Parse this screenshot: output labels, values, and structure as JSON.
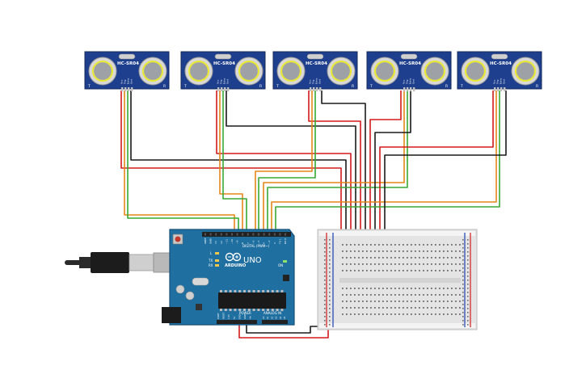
{
  "sensors": [
    {
      "model": "HC-SR04",
      "pins": [
        "Vcc",
        "Trig",
        "Echo",
        "Gnd"
      ],
      "side_left": "T",
      "side_right": "R"
    },
    {
      "model": "HC-SR04",
      "pins": [
        "Vcc",
        "Trig",
        "Echo",
        "Gnd"
      ],
      "side_left": "T",
      "side_right": "R"
    },
    {
      "model": "HC-SR04",
      "pins": [
        "Vcc",
        "Trig",
        "Echo",
        "Gnd"
      ],
      "side_left": "T",
      "side_right": "R"
    },
    {
      "model": "HC-SR04",
      "pins": [
        "Vcc",
        "Trig",
        "Echo",
        "Gnd"
      ],
      "side_left": "T",
      "side_right": "R"
    },
    {
      "model": "HC-SR04",
      "pins": [
        "Vcc",
        "Trig",
        "Echo",
        "Gnd"
      ],
      "side_left": "T",
      "side_right": "R"
    }
  ],
  "arduino": {
    "brand": "ARDUINO",
    "model": "UNO",
    "digital_label": "DIGITAL (PWM~)",
    "power_label": "POWER",
    "analog_label": "ANALOG IN",
    "led_labels": [
      "L",
      "TX",
      "RX"
    ],
    "on_label": "ON",
    "top_pins": [
      "AREF",
      "GND",
      "13",
      "12",
      "~11",
      "~10",
      "~9",
      "8",
      "7",
      "~6",
      "~5",
      "4",
      "~3",
      "2",
      "TX 1",
      "RX 0"
    ],
    "power_pins": [
      "IOREF",
      "RESET",
      "3.3V",
      "5V",
      "GND",
      "GND",
      "Vin"
    ],
    "analog_pins": [
      "A0",
      "A1",
      "A2",
      "A3",
      "A4",
      "A5"
    ]
  },
  "wire_colors": {
    "power": "#d01b1b",
    "ground": "#1a1a1a",
    "trig": "#e5861a",
    "echo": "#39a935"
  },
  "colors": {
    "board": "#1f6fa0",
    "board_dark": "#16507a",
    "sensor": "#1d3f8e",
    "breadboard": "#e4e4e4",
    "rail_red": "#d01b1b",
    "rail_blue": "#1b3fb0"
  }
}
